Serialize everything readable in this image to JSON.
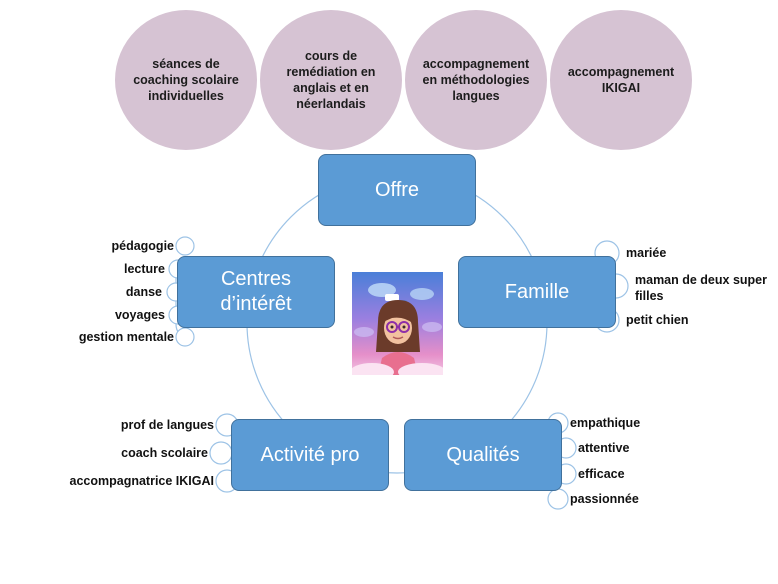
{
  "top_bubbles": [
    "séances de coaching scolaire individuelles",
    "cours de remédiation en anglais et en néerlandais",
    "accompagnement en méthodologies langues",
    "accompagnement IKIGAI"
  ],
  "boxes": {
    "offre": "Offre",
    "famille": "Famille",
    "qualites": "Qualités",
    "activite": "Activité pro",
    "centres": "Centres d’intérêt"
  },
  "centres_items": [
    "pédagogie",
    "lecture",
    "danse",
    "voyages",
    "gestion mentale"
  ],
  "famille_items": [
    "mariée",
    "maman de deux super filles",
    "petit chien"
  ],
  "activite_items": [
    "prof de langues",
    "coach scolaire",
    "accompagnatrice IKIGAI"
  ],
  "qualites_items": [
    "empathique",
    "attentive",
    "efficace",
    "passionnée"
  ],
  "colors": {
    "bubble": "#d6c3d3",
    "box": "#5b9bd5",
    "box_border": "#41719c",
    "ring": "#9dc3e6"
  }
}
